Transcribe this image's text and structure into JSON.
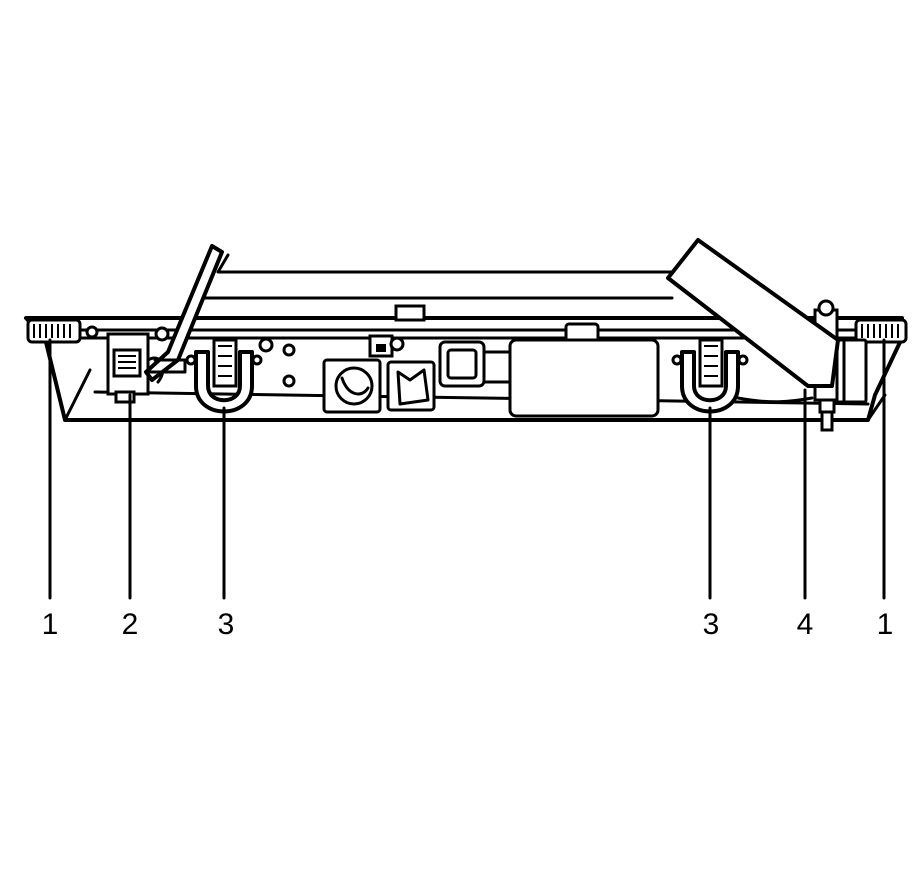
{
  "callouts": [
    {
      "label": "1",
      "part": "left-corner-bumper"
    },
    {
      "label": "2",
      "part": "license-lamp-connector"
    },
    {
      "label": "3",
      "part": "left-tow-hook"
    },
    {
      "label": "3",
      "part": "right-tow-hook"
    },
    {
      "label": "4",
      "part": "bracket-fastener"
    },
    {
      "label": "1",
      "part": "right-corner-bumper"
    }
  ]
}
